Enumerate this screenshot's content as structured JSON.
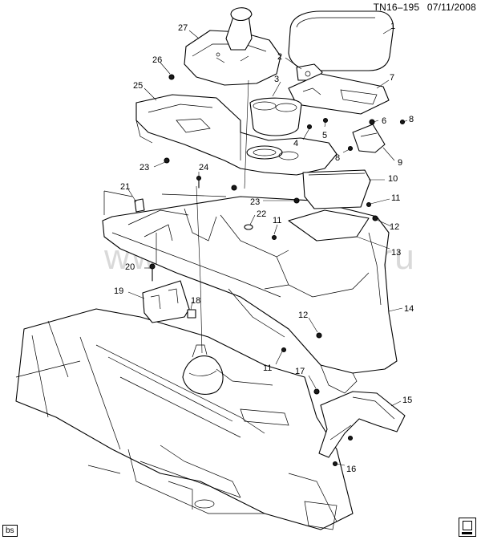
{
  "header": {
    "illustration_code": "TN16–195",
    "date": "07/11/2008"
  },
  "watermark": "www.gmpsklad.ru",
  "footer": {
    "tag": "bs"
  },
  "callouts": {
    "c1": "1",
    "c2": "2",
    "c3": "3",
    "c4": "4",
    "c5": "5",
    "c6": "6",
    "c7": "7",
    "c8a": "8",
    "c8b": "8",
    "c9": "9",
    "c10": "10",
    "c11a": "11",
    "c11b": "11",
    "c11c": "11",
    "c12a": "12",
    "c12b": "12",
    "c13": "13",
    "c14": "14",
    "c15": "15",
    "c16": "16",
    "c17": "17",
    "c18": "18",
    "c19": "19",
    "c20": "20",
    "c21": "21",
    "c22": "22",
    "c23a": "23",
    "c23b": "23",
    "c24": "24",
    "c25": "25",
    "c26": "26",
    "c27": "27"
  },
  "icons": {
    "corner_icon": "manual-book-icon"
  }
}
